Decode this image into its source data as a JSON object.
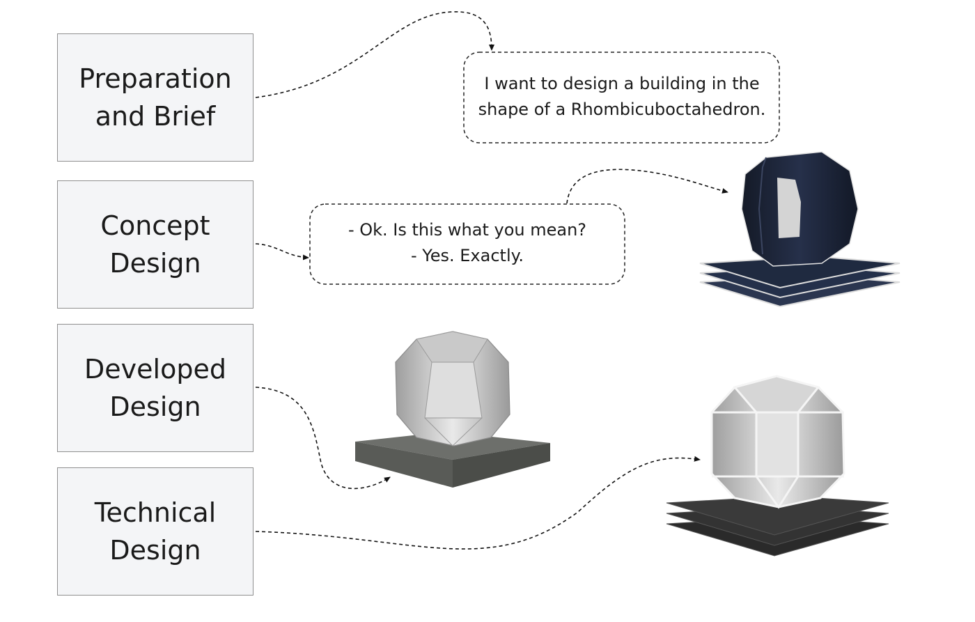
{
  "stages": {
    "preparation": "Preparation\nand Brief",
    "concept": "Concept\nDesign",
    "developed": "Developed\nDesign",
    "technical": "Technical\nDesign"
  },
  "bubbles": {
    "brief": {
      "line1": "I want to design a building in the",
      "line2": "shape of a Rhombicuboctahedron."
    },
    "concept": {
      "line1": "- Ok. Is this what you mean?",
      "line2": "- Yes. Exactly."
    }
  },
  "colors": {
    "box_fill": "#f4f5f7",
    "box_border": "#8f8f8f",
    "concept_model": "#1f2638",
    "developed_model": "#c4c4c4",
    "technical_model": "#bfbfbf",
    "slab": "#2a2a2a",
    "plinth": "#6b6d69"
  }
}
